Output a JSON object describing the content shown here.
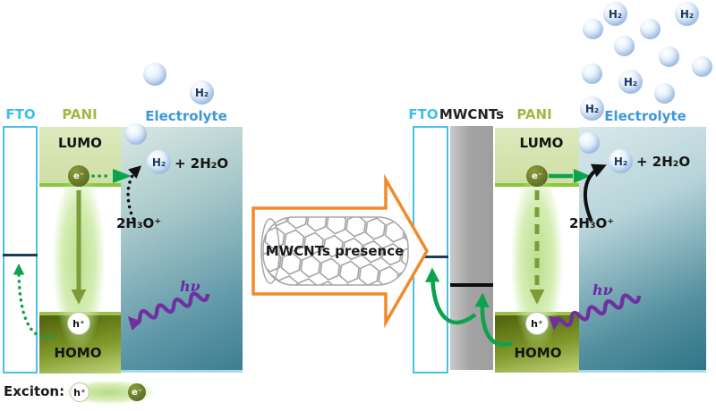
{
  "left_panel": {
    "fto_label": "FTO",
    "pani_label": "PANI",
    "electrolyte_label": "Electrolyte",
    "lumo_label": "LUMO",
    "homo_label": "HOMO",
    "electron_label": "e⁻",
    "hole_label": "h⁺",
    "h2_label": "H₂",
    "product_label": "+ 2H₂O",
    "reactant_label": "2H₃O⁺",
    "photon_label": "hν"
  },
  "transition_arrow": {
    "label": "MWCNTs presence"
  },
  "right_panel": {
    "fto_label": "FTO",
    "mwcnts_label": "MWCNTs",
    "pani_label": "PANI",
    "electrolyte_label": "Electrolyte",
    "lumo_label": "LUMO",
    "homo_label": "HOMO",
    "electron_label": "e⁻",
    "hole_label": "h⁺",
    "h2_label": "H₂",
    "product_label": "+ 2H₂O",
    "reactant_label": "2H₃O⁺",
    "photon_label": "hν"
  },
  "legend": {
    "title": "Exciton:",
    "hole_label": "h⁺",
    "electron_label": "e⁻"
  },
  "colors": {
    "fto_cyan": "#49c0e8",
    "pani_olive": "#a2b844",
    "electrolyte_blue": "#3e97d6",
    "mwcnt_gray": "#a9a9a9",
    "arrow_orange": "#f08a2b",
    "transfer_green": "#0ca24e",
    "photon_purple": "#7030a0",
    "fto_level_navy": "#1d3d55",
    "bubble_blue": "#90b5e2"
  }
}
